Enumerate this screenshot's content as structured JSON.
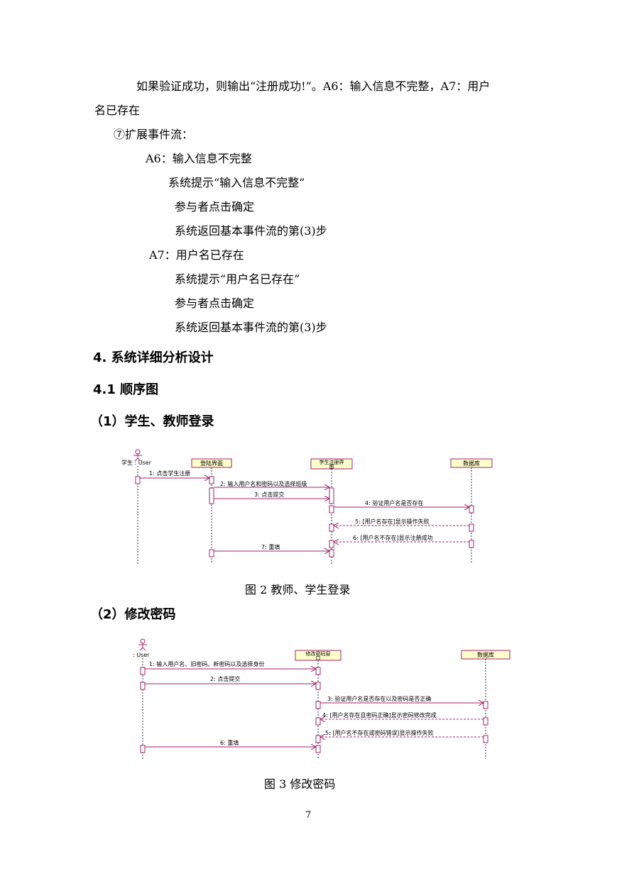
{
  "body": {
    "p1_line1": "如果验证成功，则输出“注册成功!”。A6：输入信息不完整，A7：用户",
    "p1_line2": "名已存在",
    "ext_title": "⑦扩展事件流：",
    "a6_title": "A6：输入信息不完整",
    "a6_step1": "系统提示“输入信息不完整”",
    "a6_step2": "参与者点击确定",
    "a6_step3": "系统返回基本事件流的第(3)步",
    "a7_title": "A7：用户名已存在",
    "a7_step1": "系统提示“用户名已存在”",
    "a7_step2": "参与者点击确定",
    "a7_step3": "系统返回基本事件流的第(3)步"
  },
  "headings": {
    "h4": "4. 系统详细分析设计",
    "h41": "4.1 顺序图",
    "h_login": "（1）学生、教师登录",
    "h_pwd": "（2）修改密码"
  },
  "diagram1": {
    "actor": "学生 : User",
    "objects": [
      "登陆界面",
      "学生注册界",
      "面",
      "数据库"
    ],
    "messages": [
      "1: 点击学生注册",
      "2: 输入用户名和密码以及选择班级",
      "3: 点击提交",
      "4: 验证用户名是否存在",
      "5: [用户名存在]显示操作失败",
      "6: [用户名不存在]显示注册成功",
      "7: 重填"
    ],
    "caption": "图 2      教师、学生登录"
  },
  "diagram2": {
    "actor": ": User",
    "objects": [
      "修改密码窗",
      "口",
      "数据库"
    ],
    "messages": [
      "1: 输入用户名、旧密码、新密码以及选择身份",
      "2: 点击提交",
      "3: 验证用户名是否存在以及密码是否正确",
      "4: [用户名存在且密码正确]显示密码修改完成",
      "5: [用户名不存在或密码错误]显示操作失败",
      "6: 重填"
    ],
    "caption": "图 3      修改密码"
  },
  "page_number": "7",
  "colors": {
    "line": "#a0206a",
    "box_fill": "#ffffcc",
    "text": "#000000"
  }
}
